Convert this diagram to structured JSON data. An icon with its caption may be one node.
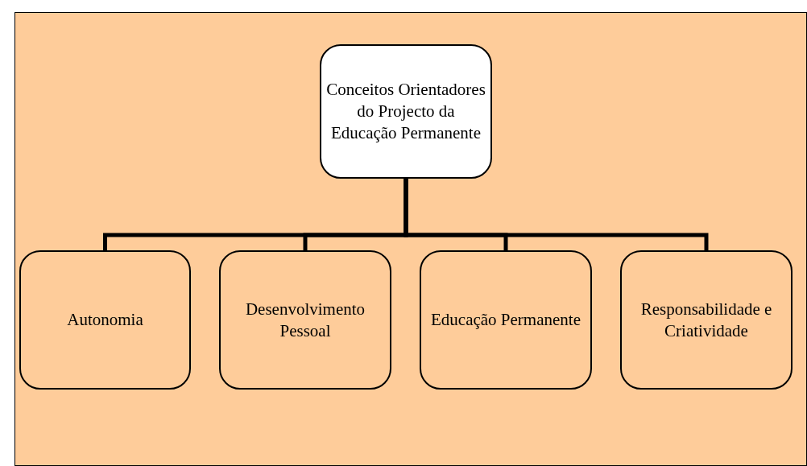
{
  "diagram": {
    "nodes": [
      {
        "text": [
          "Conceitos Orientadores do Projecto da Educação Permanente"
        ]
      },
      {
        "text": [
          "Autonomia"
        ]
      },
      {
        "text": [
          "Desenvolvimento Pessoal"
        ]
      },
      {
        "text": [
          "Educação Permanente"
        ]
      },
      {
        "text": [
          "Responsabilidade e Criatividade"
        ]
      }
    ],
    "edges": [
      {
        "from": 0,
        "to": 1,
        "arrow": "none"
      },
      {
        "from": 0,
        "to": 2,
        "arrow": "none"
      },
      {
        "from": 0,
        "to": 3,
        "arrow": "none"
      },
      {
        "from": 0,
        "to": 4,
        "arrow": "none"
      }
    ]
  }
}
